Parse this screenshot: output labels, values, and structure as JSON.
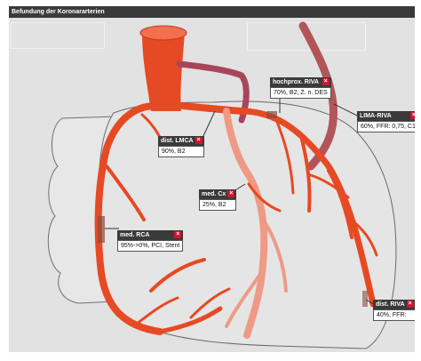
{
  "window": {
    "title": "Befundung der Koronararterien"
  },
  "colors": {
    "artery": "#e64a24",
    "artery_light": "#ee9a86",
    "graft_vein": "#a9455b",
    "graft_lima": "#b25559",
    "heart_bg": "#e4e4e4",
    "label_head": "#3a3a3a",
    "close_button": "#d2142a"
  },
  "labels": [
    {
      "id": "dist-lmca",
      "title": "dist. LMCA",
      "value": "90%, B2",
      "close_icon": "close-icon"
    },
    {
      "id": "hochprox-rinva",
      "title": "hochprox. RIVA",
      "value": "70%, B2, Z. n. DES",
      "close_icon": "close-icon"
    },
    {
      "id": "lima-riva",
      "title": "LIMA-RIVA",
      "value": "60%, FFR: 0,75, C1",
      "close_icon": "close-icon"
    },
    {
      "id": "med-cx",
      "title": "med. Cx",
      "value": "25%, B2",
      "close_icon": "close-icon"
    },
    {
      "id": "med-rca",
      "title": "med. RCA",
      "value": "95%->0%, PCI, Stent",
      "close_icon": "close-icon"
    },
    {
      "id": "dist-riva",
      "title": "dist. RIVA",
      "value": "40%, FFR:",
      "close_icon": "close-icon"
    }
  ]
}
